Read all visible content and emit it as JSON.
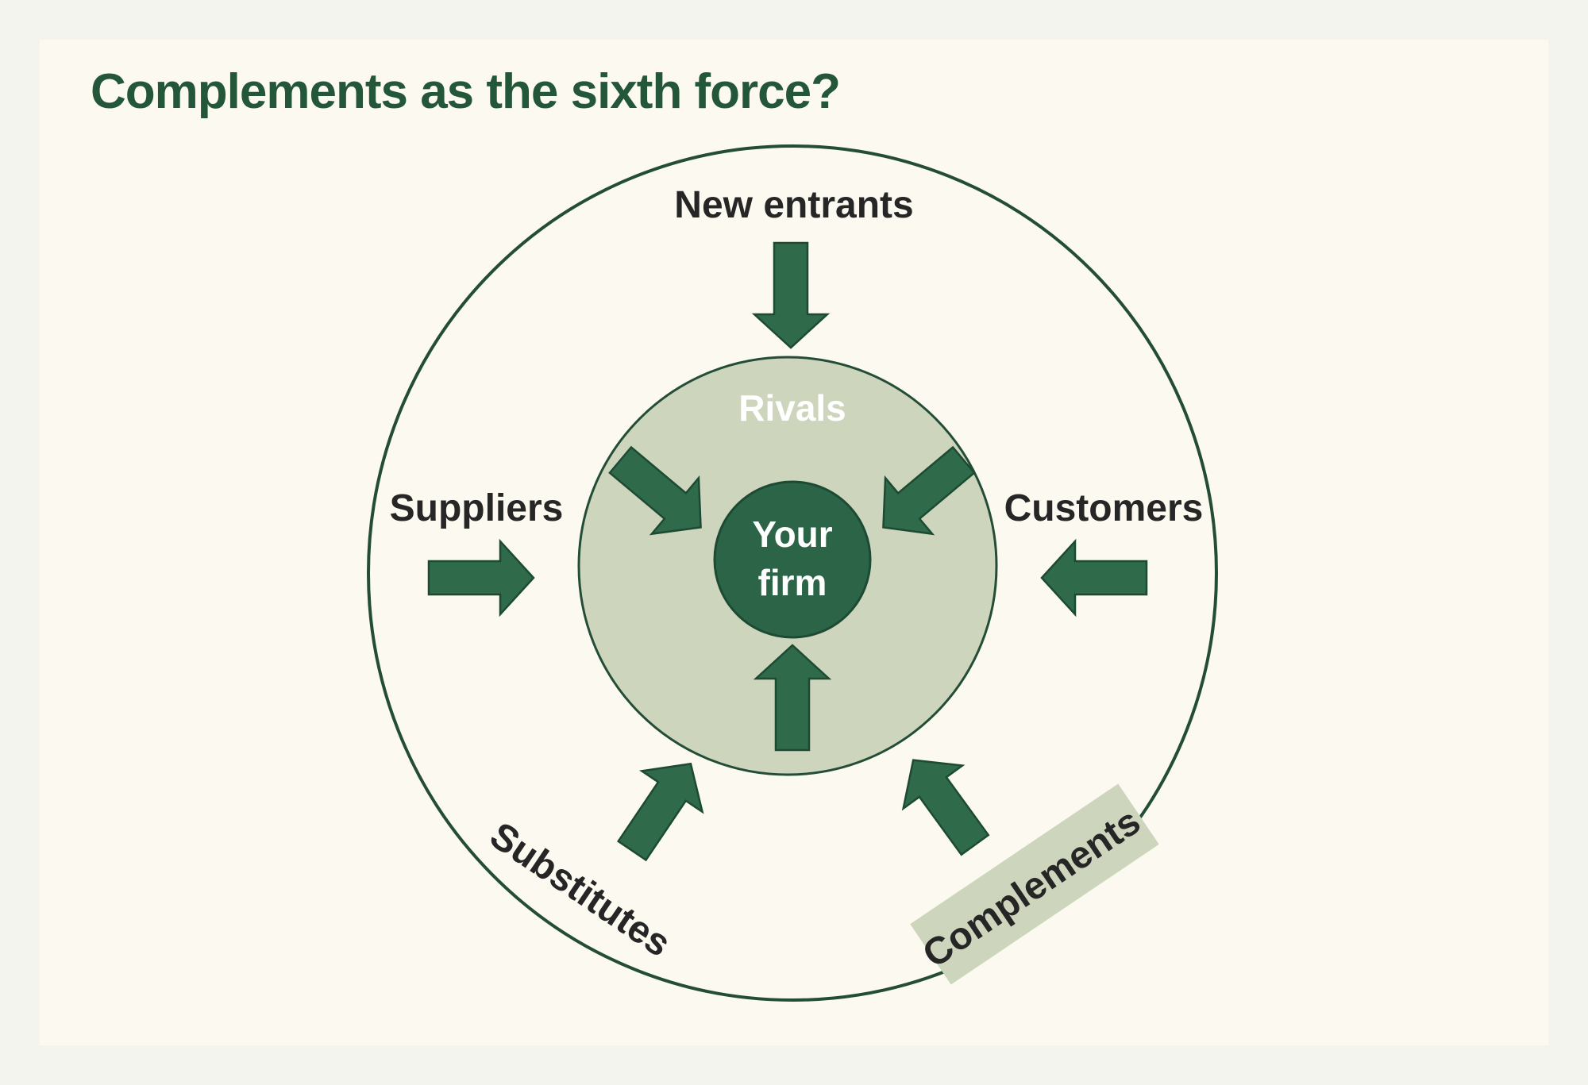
{
  "title": "Complements as the sixth force?",
  "labels": {
    "new_entrants": "New entrants",
    "rivals": "Rivals",
    "suppliers": "Suppliers",
    "customers": "Customers",
    "your_firm_line1": "Your",
    "your_firm_line2": "firm",
    "substitutes": "Substitutes",
    "complements": "Complements"
  },
  "colors": {
    "page_background": "#f4f4ef",
    "slide_background": "#fcf9f0",
    "title": "#24573a",
    "arrow_fill": "#2f6b4a",
    "arrow_stroke": "#1d4a33",
    "rivals_circle": "#cdd5bd",
    "firm_circle": "#2c6447",
    "outer_ring": "#244d36",
    "complements_tag": "#cdd5bd",
    "label_text": "#262626",
    "inner_text": "#ffffff"
  }
}
